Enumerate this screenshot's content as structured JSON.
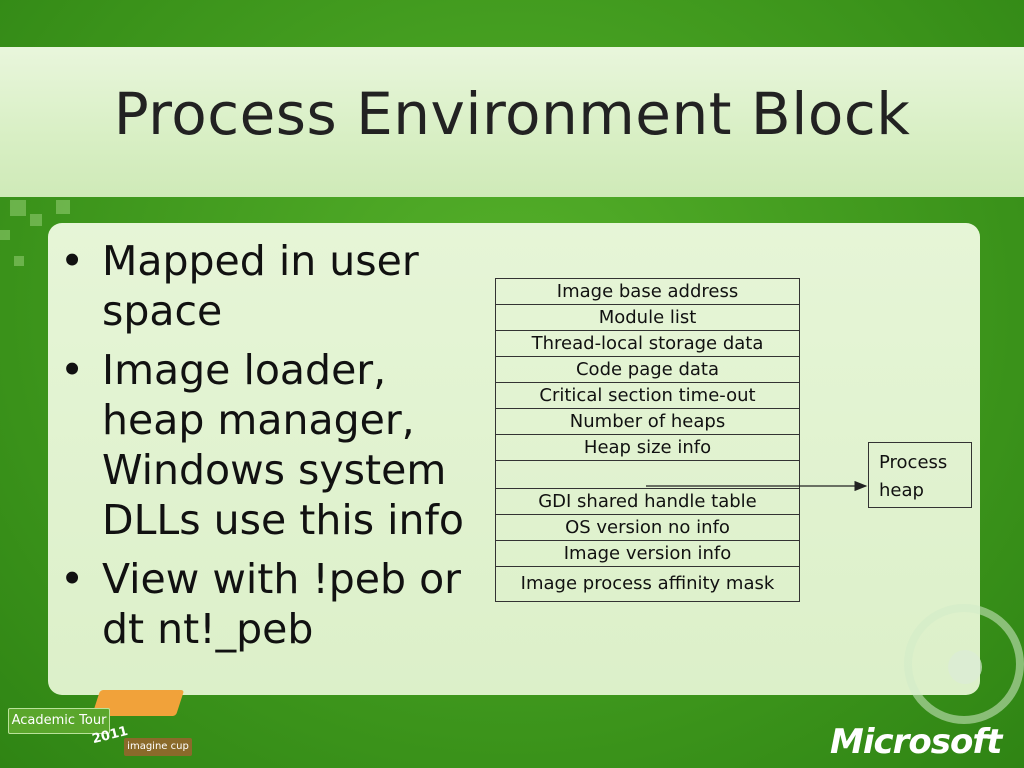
{
  "slide": {
    "title": "Process Environment Block",
    "bullets": [
      "Mapped in user space",
      "Image loader, heap manager, Windows system DLLs use this info",
      "View with !peb or dt nt!_peb"
    ]
  },
  "diagram": {
    "peb_fields": [
      "Image base address",
      "Module list",
      "Thread-local storage data",
      "Code page data",
      "Critical section time-out",
      "Number of heaps",
      "Heap size info",
      "",
      "GDI shared handle table",
      "OS version no info",
      "Image version info",
      "Image process affinity mask"
    ],
    "pointer_target": "Process heap"
  },
  "branding": {
    "event": "Academic Tour",
    "year": "2011",
    "program": "imagine cup",
    "company": "Microsoft"
  }
}
